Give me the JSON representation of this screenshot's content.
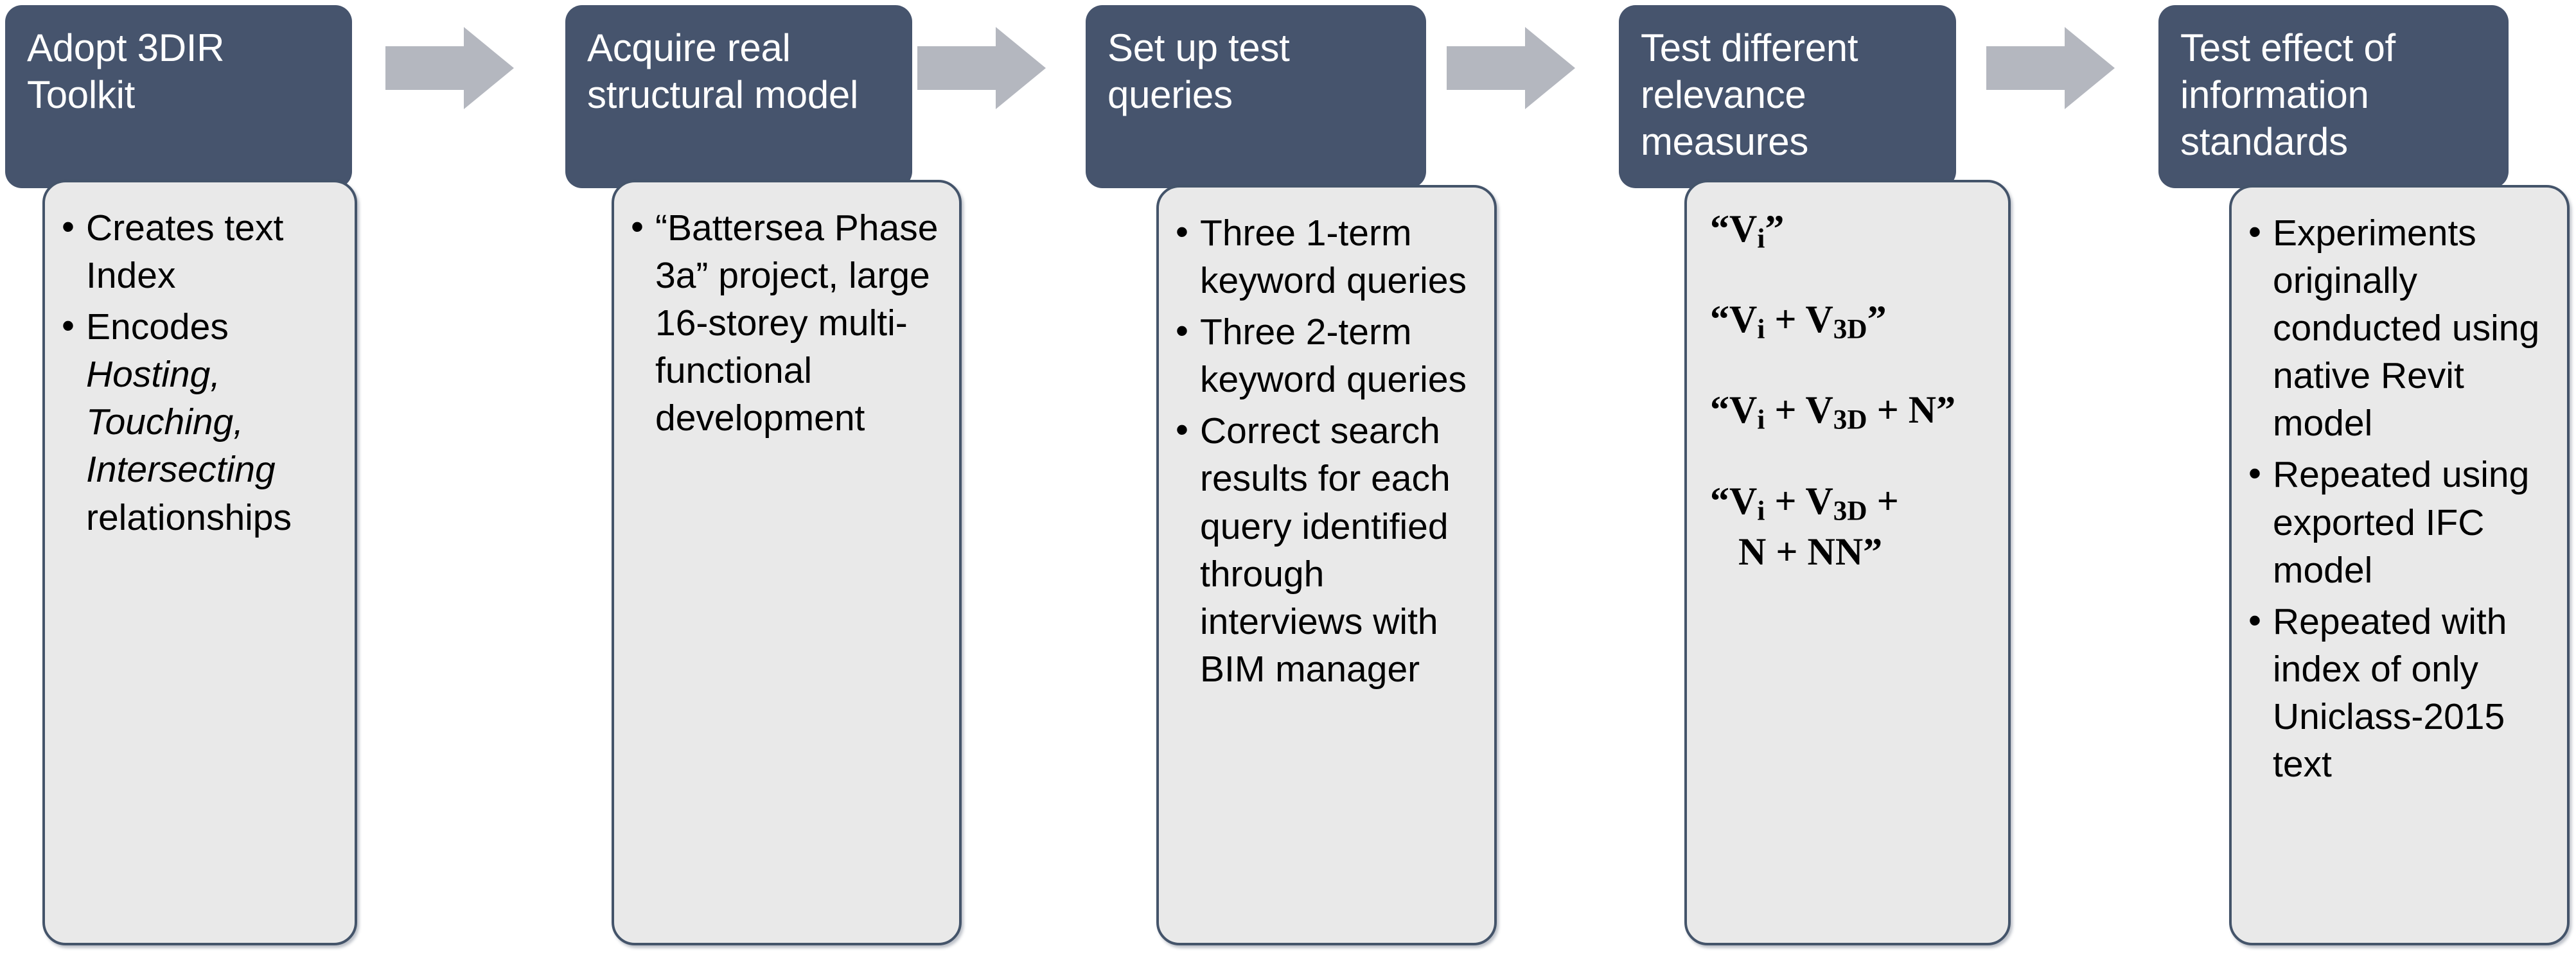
{
  "diagram": {
    "title": "3DIR experimental method flow",
    "colors": {
      "header_fill": "#46546d",
      "body_fill": "#e9e9e9",
      "body_border": "#44546a",
      "arrow_fill": "#b4b7bf",
      "header_text": "#ffffff",
      "body_text": "#000000"
    },
    "steps": [
      {
        "header": "Adopt 3DIR Toolkit",
        "kind": "bullets",
        "bullets": [
          {
            "parts": [
              {
                "text": "Creates text Index",
                "italic": false
              }
            ]
          },
          {
            "parts": [
              {
                "text": "Encodes ",
                "italic": false
              },
              {
                "text": "Hosting, Touching, Intersecting",
                "italic": true
              },
              {
                "text": " relationships",
                "italic": false
              }
            ]
          }
        ]
      },
      {
        "header": "Acquire real structural model",
        "kind": "bullets",
        "bullets": [
          {
            "parts": [
              {
                "text": "“Battersea Phase 3a” project, large 16-storey multi-functional development",
                "italic": false
              }
            ]
          }
        ]
      },
      {
        "header": "Set up test queries",
        "kind": "bullets",
        "bullets": [
          {
            "parts": [
              {
                "text": "Three 1-term keyword queries",
                "italic": false
              }
            ]
          },
          {
            "parts": [
              {
                "text": "Three 2-term keyword queries",
                "italic": false
              }
            ]
          },
          {
            "parts": [
              {
                "text": "Correct search results for each query identified through interviews with BIM manager",
                "italic": false
              }
            ]
          }
        ]
      },
      {
        "header": "Test different relevance measures",
        "kind": "formulas",
        "formulas": [
          {
            "html": "“V<sub>i</sub>”"
          },
          {
            "html": "“V<sub>i</sub> + V<sub>3D</sub>”"
          },
          {
            "html": "“V<sub>i</sub> + V<sub>3D</sub> + N”"
          },
          {
            "html": "“V<sub>i</sub> + V<sub>3D</sub> +<br><span class=\"ind\">N + NN”</span>"
          }
        ]
      },
      {
        "header": "Test effect of information standards",
        "kind": "bullets",
        "bullets": [
          {
            "parts": [
              {
                "text": "Experiments originally conducted using native Revit model",
                "italic": false
              }
            ]
          },
          {
            "parts": [
              {
                "text": "Repeated using exported IFC model",
                "italic": false
              }
            ]
          },
          {
            "parts": [
              {
                "text": "Repeated with index of only Uniclass-2015 text",
                "italic": false
              }
            ]
          }
        ]
      }
    ],
    "arrows": [
      {
        "name": "arrow-step1-to-step2"
      },
      {
        "name": "arrow-step2-to-step3"
      },
      {
        "name": "arrow-step3-to-step4"
      },
      {
        "name": "arrow-step4-to-step5"
      }
    ]
  }
}
